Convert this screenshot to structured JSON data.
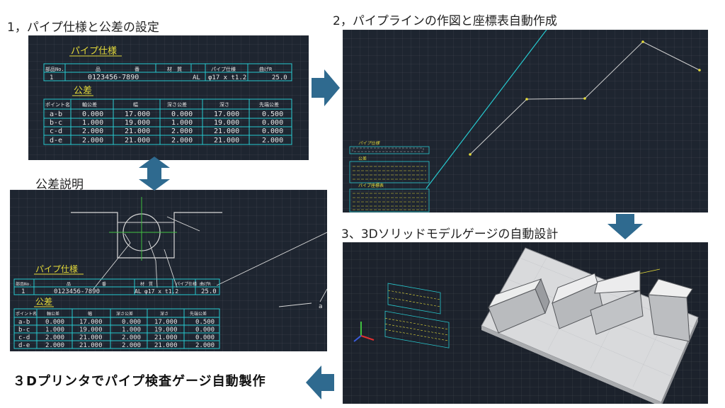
{
  "captions": {
    "step1": "1，パイプ仕様と公差の設定",
    "step2": "2，パイプラインの作図と座標表自動作成",
    "step3": "3、3Dソリッドモデルゲージの自動設計",
    "explain": "公差説明",
    "final": "３Dプリンタでパイプ検査ゲージ自動製作"
  },
  "spec_table": {
    "title": "パイプ仕様",
    "headers": [
      "部品No.",
      "品",
      "番",
      "材　質",
      "パイプ仕様",
      "曲げR"
    ],
    "row": [
      "1",
      "0123456-7890",
      "AL",
      "φ17 x t1.2",
      "25.0"
    ]
  },
  "tolerance_table": {
    "title": "公差",
    "headers": [
      "ポイント名",
      "軸公差",
      "幅",
      "深さ公差",
      "深さ",
      "先端公差"
    ],
    "rows": [
      [
        "a-b",
        "0.000",
        "17.000",
        "0.000",
        "17.000",
        "0.500"
      ],
      [
        "b-c",
        "1.000",
        "19.000",
        "1.000",
        "19.000",
        "0.000"
      ],
      [
        "c-d",
        "2.000",
        "21.000",
        "2.000",
        "21.000",
        "0.000"
      ],
      [
        "d-e",
        "2.000",
        "21.000",
        "2.000",
        "21.000",
        "2.000"
      ]
    ]
  },
  "callout_label": "a",
  "mini_tables": {
    "spec_title": "パイプ仕様",
    "tol_title": "公差",
    "coord_title": "パイプ座標表"
  },
  "colors": {
    "panel_bg": "#1e2530",
    "cad_yellow": "#e6dc3a",
    "cad_cyan": "#27c9cf",
    "arrow_blue": "#2f6a8f"
  },
  "icons": [
    "right-arrow-icon",
    "double-vertical-arrow-icon",
    "down-arrow-icon",
    "left-arrow-icon",
    "axis-triad-icon"
  ]
}
